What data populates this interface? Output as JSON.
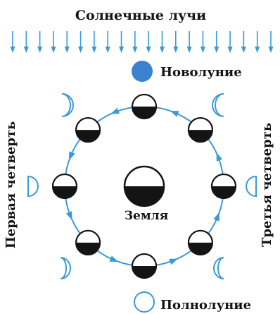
{
  "title": "Солнечные лучи",
  "labels": {
    "new_moon": "Новолуние",
    "full_moon": "Полнолуние",
    "earth": "Земля",
    "first_quarter": "Первая четверть",
    "third_quarter": "Третья четверть"
  },
  "colors": {
    "orbit": "#3a9ad8",
    "moon_outline": "#3a9ad8",
    "ray": "#3a9ad8",
    "new_moon_fill": "#3a82d0",
    "dark": "#141414",
    "text": "#141414"
  },
  "orbit_phases": [
    {
      "name": "moon-top"
    },
    {
      "name": "moon-upper-right"
    },
    {
      "name": "moon-right"
    },
    {
      "name": "moon-lower-right"
    },
    {
      "name": "moon-bottom"
    },
    {
      "name": "moon-lower-left"
    },
    {
      "name": "moon-left"
    },
    {
      "name": "moon-upper-left"
    }
  ],
  "outer_phases": [
    {
      "name": "waning-crescent-icon"
    },
    {
      "name": "third-quarter-icon"
    },
    {
      "name": "waning-gibbous-icon"
    },
    {
      "name": "waxing-gibbous-icon"
    },
    {
      "name": "first-quarter-icon"
    },
    {
      "name": "waxing-crescent-icon"
    }
  ]
}
